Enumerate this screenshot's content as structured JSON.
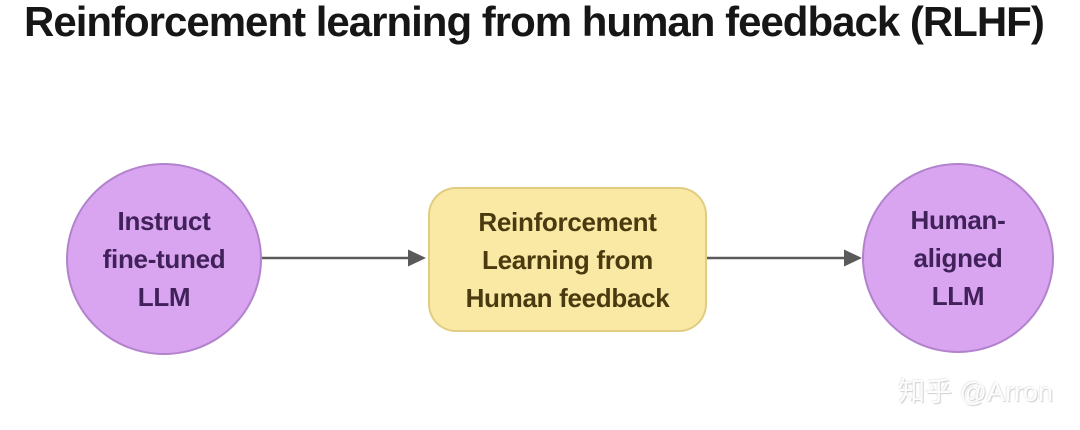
{
  "title": "Reinforcement learning from human feedback (RLHF)",
  "nodes": {
    "source": {
      "label": "Instruct\nfine-tuned\nLLM",
      "shape": "circle"
    },
    "process": {
      "label": "Reinforcement\nLearning from\nHuman feedback",
      "shape": "rounded-rect"
    },
    "result": {
      "label": "Human-\naligned\nLLM",
      "shape": "circle"
    }
  },
  "edges": [
    {
      "from": "source",
      "to": "process"
    },
    {
      "from": "process",
      "to": "result"
    }
  ],
  "watermark": {
    "text": "知乎 @Arron"
  },
  "colors": {
    "background": "#ffffff",
    "title_text": "#161616",
    "circle_fill": "#d9a5f0",
    "circle_text": "#41215a",
    "box_fill": "#fae9a4",
    "box_text": "#4a3a10",
    "arrow": "#5a5a5a"
  }
}
